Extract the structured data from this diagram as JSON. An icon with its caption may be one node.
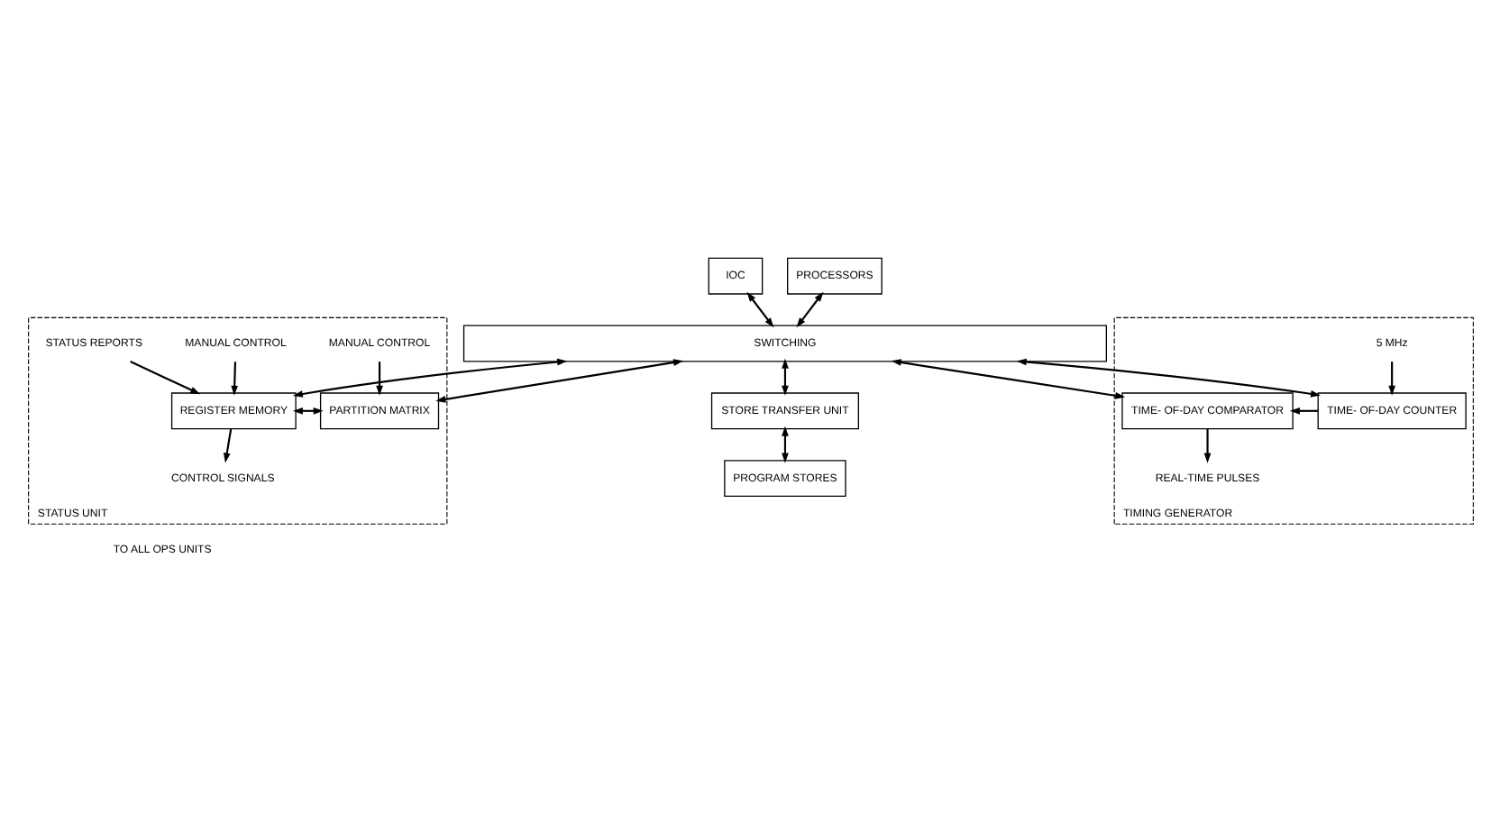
{
  "diagram": {
    "nodes": [
      {
        "text": [
          "IOC"
        ]
      },
      {
        "text": [
          "PROCESSORS"
        ]
      },
      {
        "text": [
          "SWITCHING"
        ]
      },
      {
        "text": [
          "STORE TRANSFER UNIT"
        ]
      },
      {
        "text": [
          "PROGRAM STORES"
        ]
      },
      {
        "text": [
          "STATUS UNIT"
        ]
      },
      {
        "text": [
          "PARTITION MATRIX"
        ],
        "in": 5
      },
      {
        "text": [
          "REGISTER MEMORY"
        ],
        "in": 5
      },
      {
        "text": [
          "MANUAL CONTROL"
        ],
        "in": 5
      },
      {
        "text": [
          "MANUAL CONTROL"
        ],
        "in": 5
      },
      {
        "text": [
          "CONTROL SIGNALS"
        ],
        "in": 5
      },
      {
        "text": [
          "STATUS REPORTS"
        ],
        "in": 5
      },
      {
        "text": [
          "TIMING GENERATOR"
        ]
      },
      {
        "text": [
          "TIME- OF-DAY COUNTER"
        ],
        "in": 12
      },
      {
        "text": [
          "TIME- OF-DAY COMPARATOR"
        ],
        "in": 12
      },
      {
        "text": [
          "5 MHz"
        ],
        "in": 12
      },
      {
        "text": [
          "REAL-TIME PULSES"
        ],
        "in": 12
      }
    ],
    "edges": [
      {
        "from": 0,
        "to": 2,
        "arrow": "both"
      },
      {
        "from": 1,
        "to": 2,
        "arrow": "both"
      },
      {
        "from": 2,
        "to": 3,
        "arrow": "both"
      },
      {
        "from": 3,
        "to": 4,
        "arrow": "both"
      },
      {
        "from": 2,
        "to": 6,
        "arrow": "both"
      },
      {
        "from": 2,
        "to": 7,
        "arrow": "both"
      },
      {
        "from": 8,
        "to": 6,
        "arrow": "to"
      },
      {
        "from": 6,
        "to": 7,
        "arrow": "both"
      },
      {
        "from": 9,
        "to": 7,
        "arrow": "to"
      },
      {
        "from": 7,
        "to": 10,
        "arrow": "to"
      },
      {
        "from": 11,
        "to": 7,
        "arrow": "to"
      },
      {
        "from": 2,
        "to": 13,
        "arrow": "both"
      },
      {
        "from": 2,
        "to": 14,
        "arrow": "both"
      },
      {
        "from": 13,
        "to": 14,
        "arrow": "to"
      },
      {
        "from": 15,
        "to": 13,
        "arrow": "to"
      },
      {
        "from": 14,
        "to": 16,
        "arrow": "to"
      }
    ],
    "labels": [
      "TO ALL OPS UNITS"
    ]
  }
}
